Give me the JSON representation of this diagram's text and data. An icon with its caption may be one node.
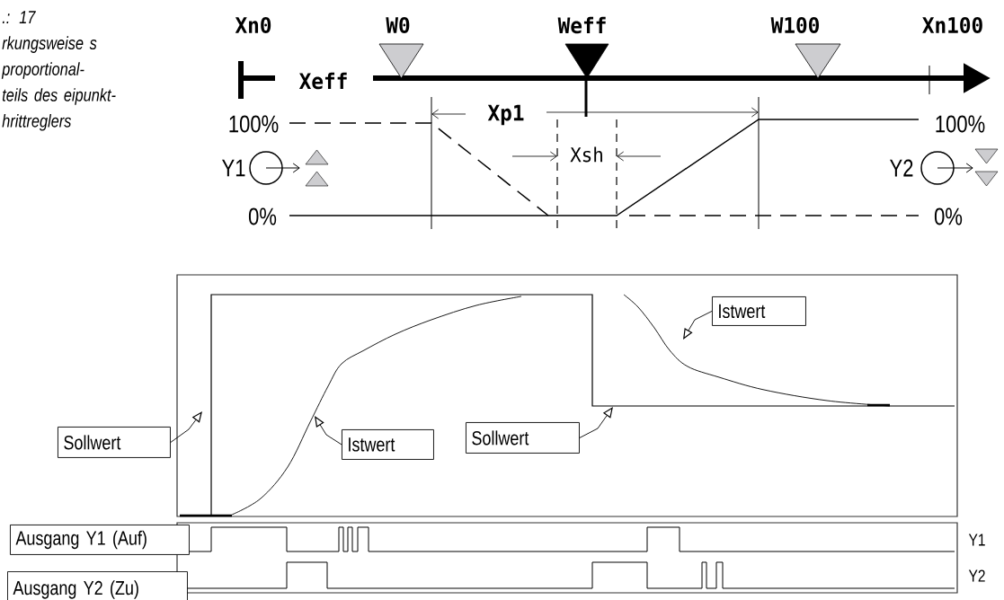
{
  "diagram": {
    "caption": ".: 17 rkungsweise s proportional- teils des eipunkt- hrittreglers",
    "nodes": [
      {
        "text": [
          "Istwert"
        ]
      },
      {
        "text": [
          "Sollwert"
        ]
      },
      {
        "text": [
          "Istwert"
        ]
      },
      {
        "text": [
          "Sollwert"
        ]
      },
      {
        "text": [
          "Ausgang Y1 (Auf)"
        ]
      },
      {
        "text": [
          "Ausgang Y2 (Zu)"
        ]
      }
    ],
    "edges": [
      {
        "from": 0,
        "to": null,
        "arrow": "to"
      },
      {
        "from": 1,
        "to": null,
        "arrow": "to"
      },
      {
        "from": 2,
        "to": null,
        "arrow": "to"
      },
      {
        "from": 3,
        "to": null,
        "arrow": "to"
      }
    ],
    "labels": [
      "Xn0",
      "W0",
      "Weff",
      "W100",
      "Xn100",
      "Xeff",
      "Xp1",
      "100%",
      "100%",
      "Xsh",
      "Y1",
      "Y2",
      "0%",
      "0%",
      "Y1",
      "Y2"
    ]
  }
}
